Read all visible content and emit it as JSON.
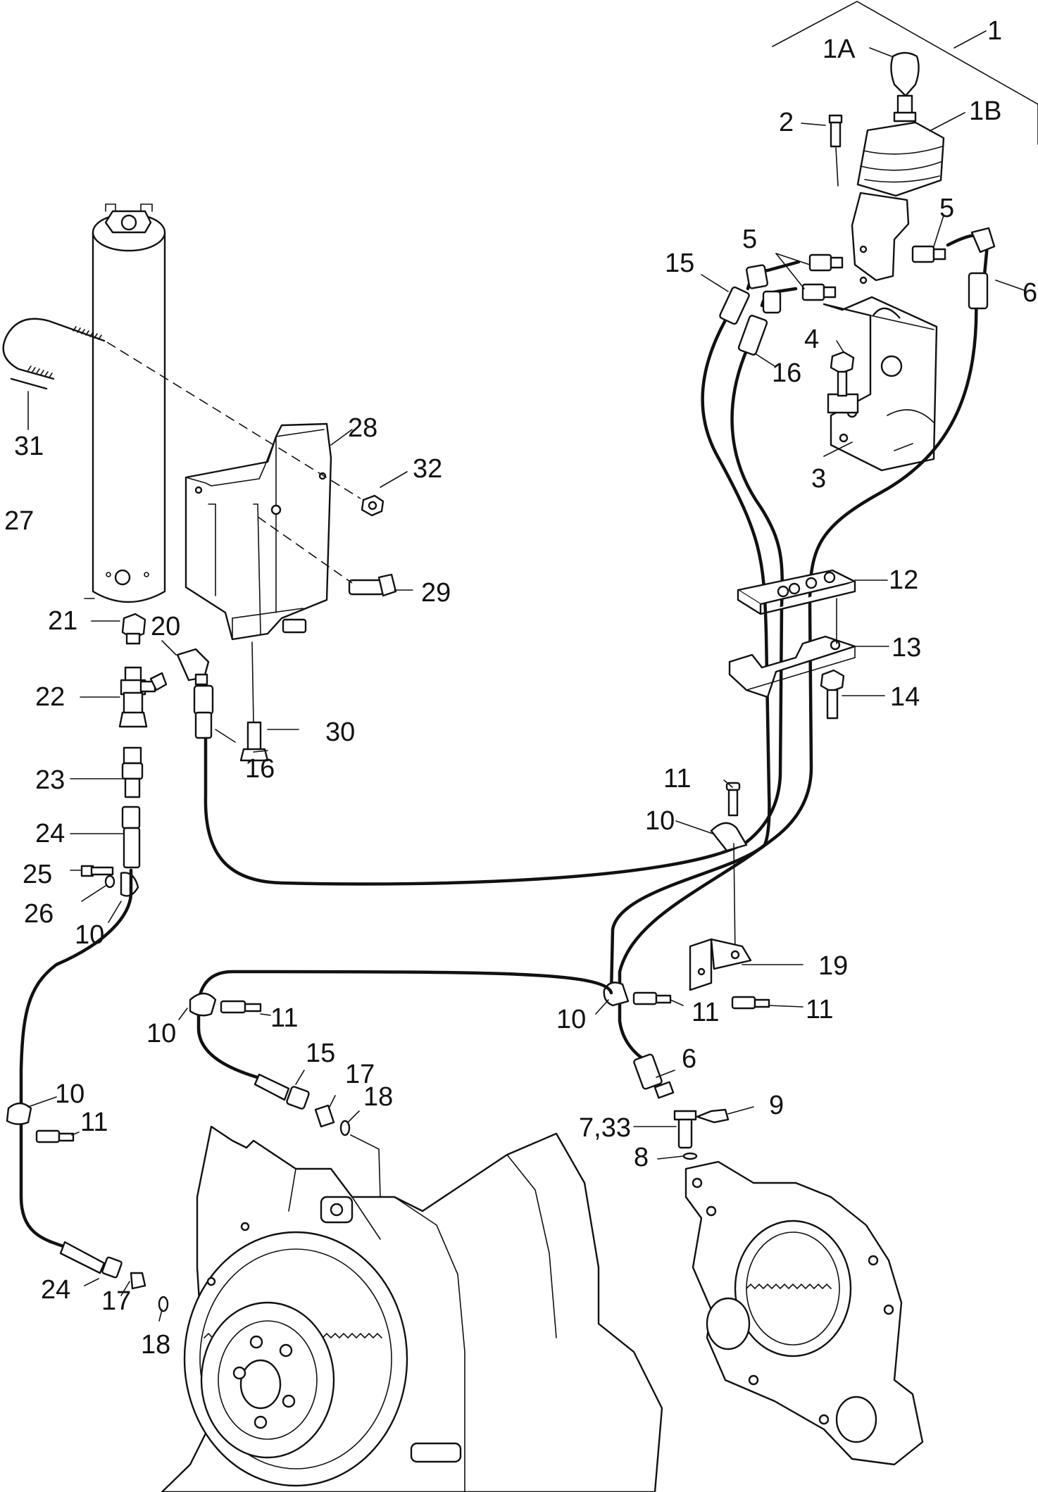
{
  "labels": {
    "l1": "1",
    "l1a": "1A",
    "l1b": "1B",
    "l2": "2",
    "l3": "3",
    "l4": "4",
    "l5a": "5",
    "l5b": "5",
    "l6a": "6",
    "l6b": "6",
    "l7_33": "7,33",
    "l8": "8",
    "l9": "9",
    "l10a": "10",
    "l10b": "10",
    "l10c": "10",
    "l10d": "10",
    "l10e": "10",
    "l11a": "11",
    "l11b": "11",
    "l11c": "11",
    "l11d": "11",
    "l11e": "11",
    "l12": "12",
    "l13": "13",
    "l14": "14",
    "l15a": "15",
    "l15b": "15",
    "l16a": "16",
    "l16b": "16",
    "l17a": "17",
    "l17b": "17",
    "l18a": "18",
    "l18b": "18",
    "l19": "19",
    "l20": "20",
    "l21": "21",
    "l22": "22",
    "l23": "23",
    "l24a": "24",
    "l24b": "24",
    "l25": "25",
    "l26": "26",
    "l27": "27",
    "l28": "28",
    "l29": "29",
    "l30": "30",
    "l31": "31",
    "l32": "32"
  }
}
